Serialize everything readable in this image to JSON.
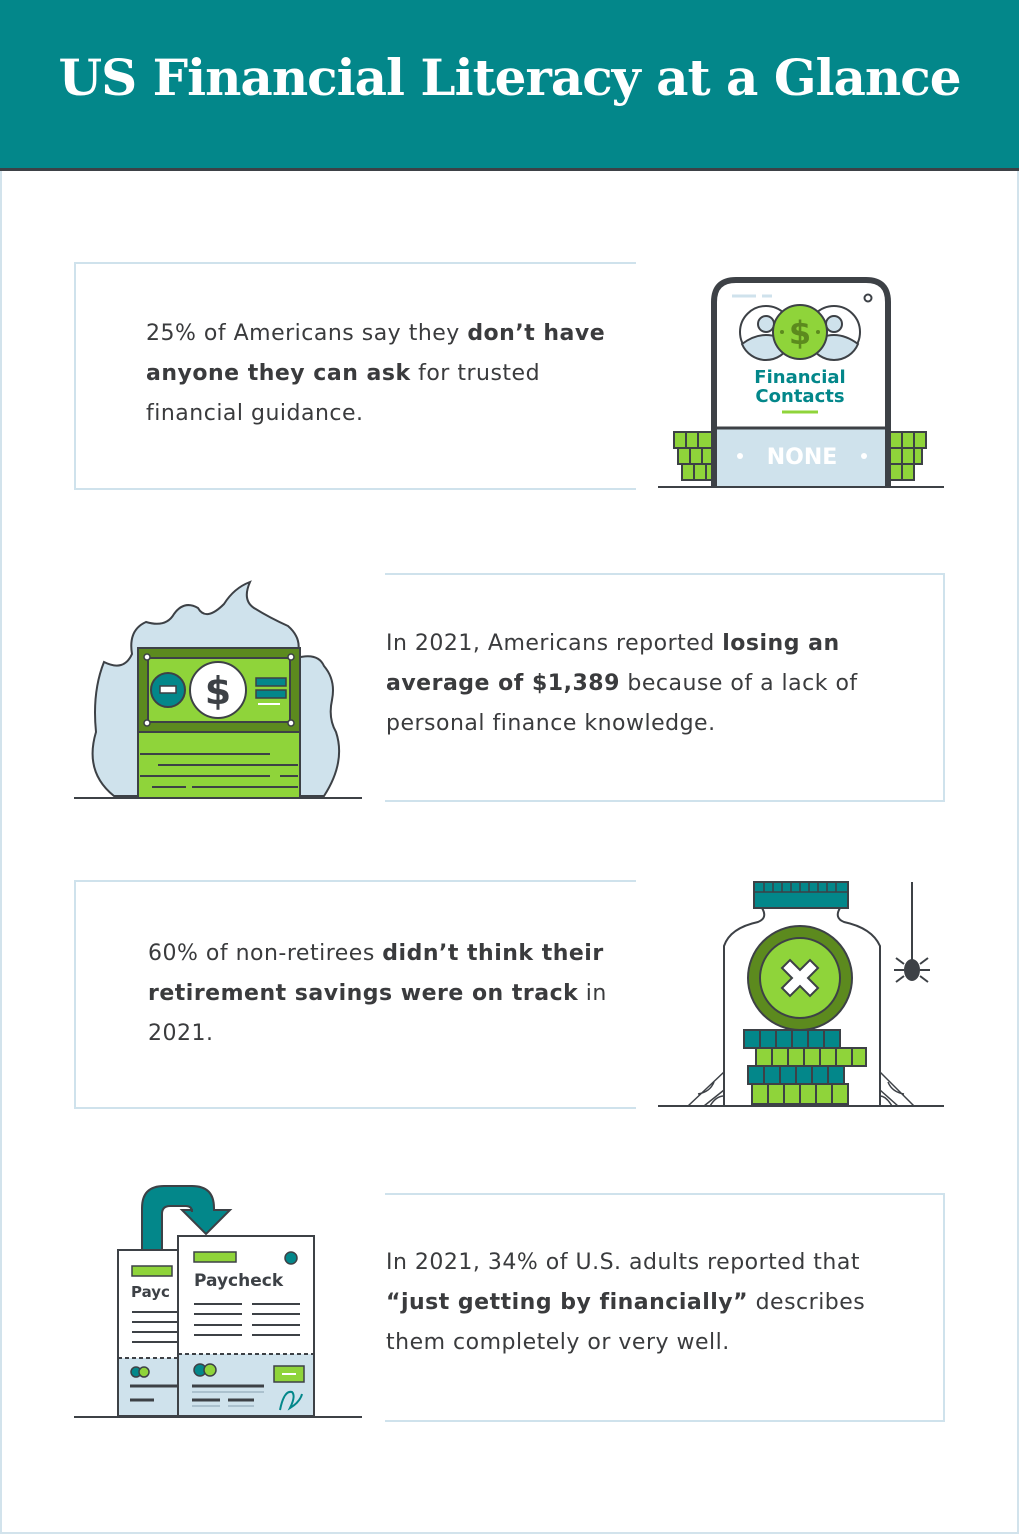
{
  "header": {
    "title": "US Financial Literacy at a Glance",
    "background_color": "#03878a"
  },
  "colors": {
    "teal": "#03878a",
    "green": "#8fd43a",
    "dark_green": "#5c8a1e",
    "light_blue": "#cfe2ec",
    "outline": "#3d4146",
    "text": "#3a3b3d"
  },
  "stats": [
    {
      "pre": "25% of Americans say they ",
      "bold": "don’t have anyone they can ask",
      "post": " for trusted financial guidance.",
      "illustration": "phone-financial-contacts-icon"
    },
    {
      "pre": "In 2021, Americans reported ",
      "bold": "losing an average of $1,389",
      "post": " because of a lack of personal finance knowledge.",
      "illustration": "burning-money-icon"
    },
    {
      "pre": "60% of non-retirees ",
      "bold": "didn’t think their retirement savings were on track",
      "post": " in 2021.",
      "illustration": "empty-savings-jar-icon"
    },
    {
      "pre": "In 2021, 34% of U.S. adults reported that ",
      "bold": "“just getting by financially”",
      "post": " describes them completely or very well.",
      "illustration": "paycheck-to-paycheck-icon"
    }
  ],
  "illustrations": {
    "phone": {
      "label_line1": "Financial",
      "label_line2": "Contacts",
      "status": "NONE",
      "symbol": "$"
    },
    "money": {
      "symbol": "$"
    },
    "paycheck": {
      "label_full": "Paycheck",
      "label_partial": "Payc"
    }
  }
}
